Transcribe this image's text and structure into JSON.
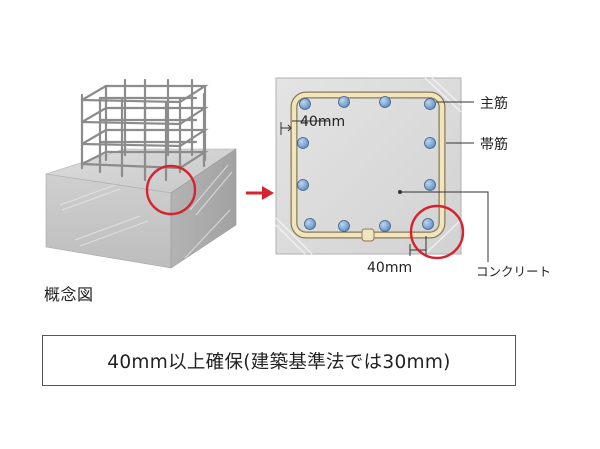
{
  "labels": {
    "main_rebar": "主筋",
    "hoop": "帯筋",
    "cover_top": "40mm",
    "cover_bottom": "40mm",
    "concrete": "コンクリート"
  },
  "caption": "概念図",
  "note": "40mm以上確保(建築基準法では30mm)",
  "colors": {
    "highlight_circle": "#d5232f",
    "arrow": "#d5232f",
    "rebar_fill": "#7aa7d6",
    "hoop": "#e9d9a8",
    "concrete": "#d9d9d9",
    "concrete_face": "#cfcfcf"
  }
}
